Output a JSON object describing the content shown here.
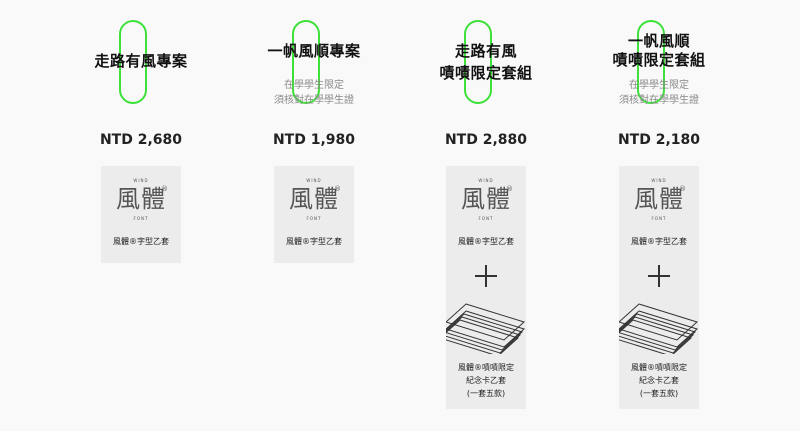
{
  "plans": [
    {
      "title_lines": [
        "走路有風專案"
      ],
      "note_lines": [],
      "price": "NTD 2,680",
      "font_item": "風體®字型乙套",
      "bonus_item": null
    },
    {
      "title_lines": [
        "一帆風順專案"
      ],
      "note_lines": [
        "在學學生限定",
        "須核對在學學生證"
      ],
      "price": "NTD 1,980",
      "font_item": "風體®字型乙套",
      "bonus_item": null
    },
    {
      "title_lines": [
        "走路有風",
        "嘖嘖限定套組"
      ],
      "note_lines": [],
      "price": "NTD 2,880",
      "font_item": "風體®字型乙套",
      "bonus_item": [
        "風體®嘖嘖限定",
        "紀念卡乙套",
        "(一套五款)"
      ]
    },
    {
      "title_lines": [
        "一帆風順",
        "嘖嘖限定套組"
      ],
      "note_lines": [
        "在學學生限定",
        "須核對在學學生證"
      ],
      "price": "NTD 2,180",
      "font_item": "風體®字型乙套",
      "bonus_item": [
        "風體®嘖嘖限定",
        "紀念卡乙套",
        "(一套五款)"
      ]
    }
  ],
  "logo": {
    "wind": "WIND",
    "glyph": "風體",
    "reg": "®",
    "font": "FONT"
  },
  "colors": {
    "highlight": "#3ee03a",
    "card_bg": "#ececec",
    "page_bg": "#f9f9f9"
  }
}
